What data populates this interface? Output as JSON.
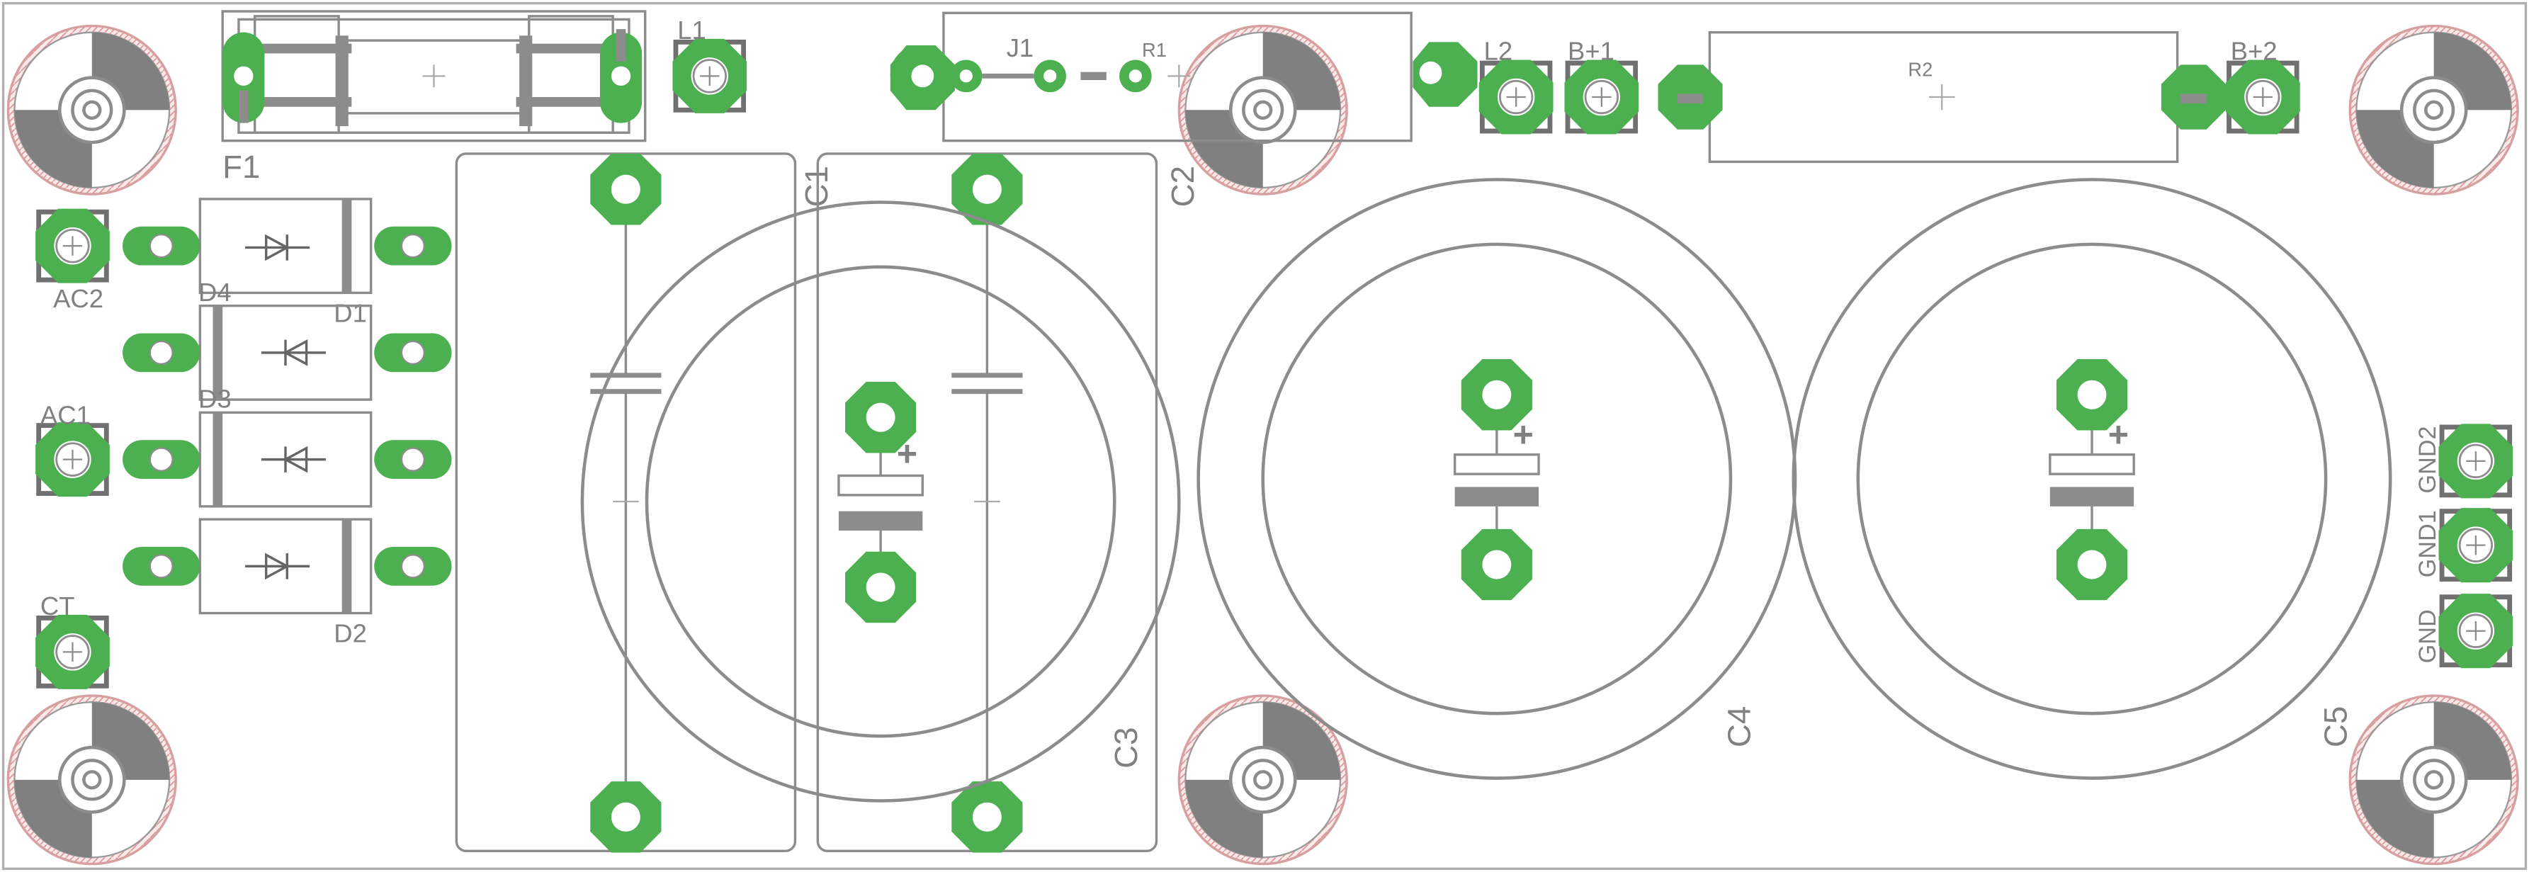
{
  "colors": {
    "copper_pad": "#4caf50",
    "silkscreen": "#8c8c8c",
    "mount_hole_ring": "#e8b0b0",
    "background": "#ffffff"
  },
  "labels": {
    "F1": "F1",
    "L1": "L1",
    "J1": "J1",
    "R1": "R1",
    "L2": "L2",
    "B1": "B+1",
    "R2": "R2",
    "B2": "B+2",
    "C1": "C1",
    "C2": "C2",
    "C3": "C3",
    "C4": "C4",
    "C5": "C5",
    "AC2": "AC2",
    "AC1": "AC1",
    "CT": "CT",
    "D1": "D1",
    "D2": "D2",
    "D3": "D3",
    "D4": "D4",
    "GND": "GND",
    "GND1": "GND1",
    "GND2": "GND2",
    "plus": "+"
  }
}
